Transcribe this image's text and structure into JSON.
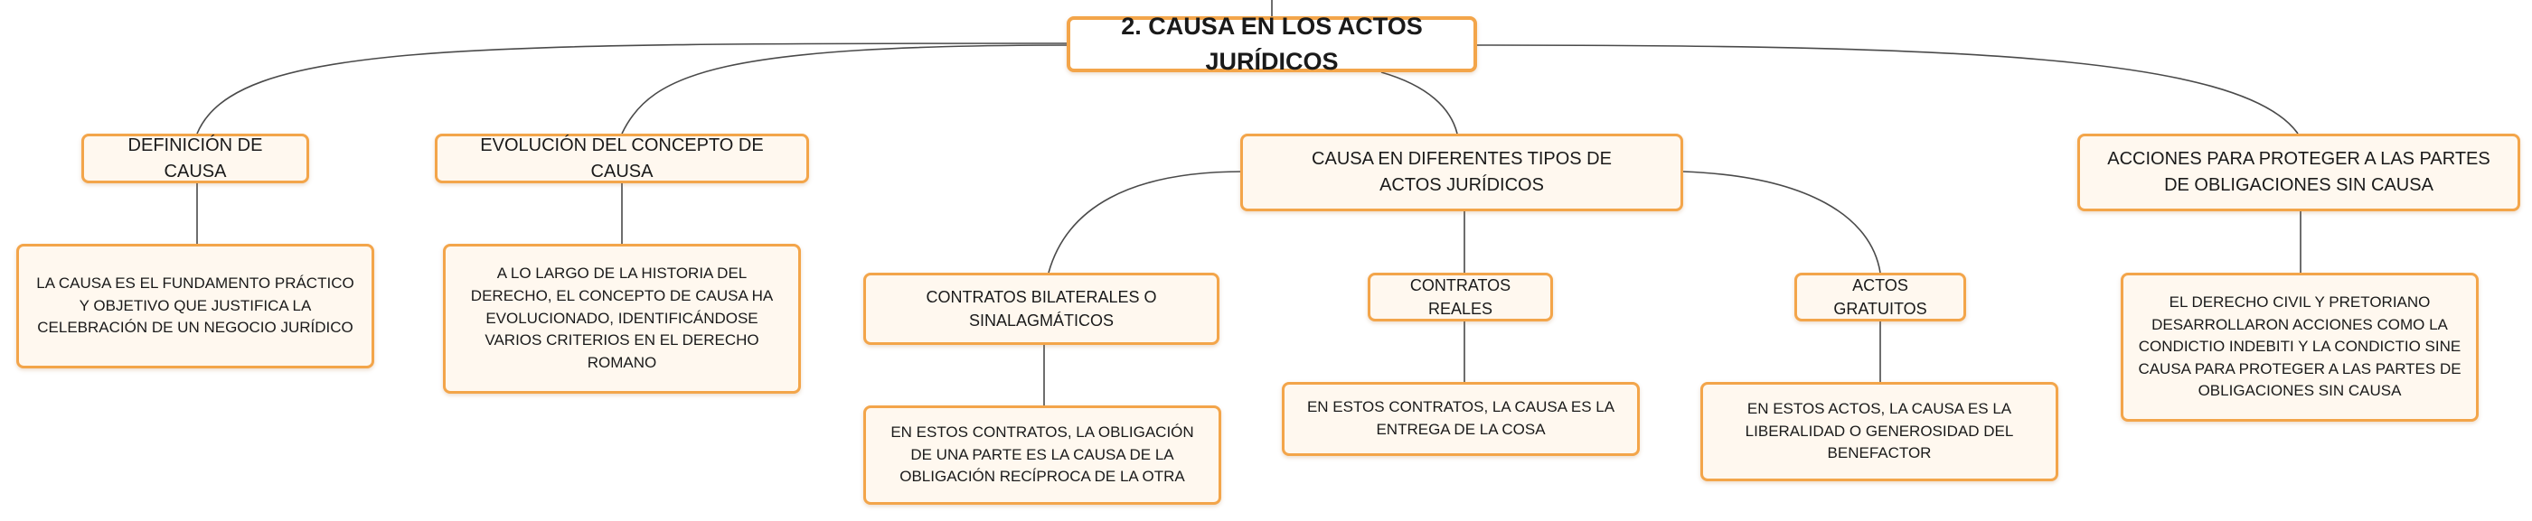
{
  "diagram": {
    "root": {
      "label": "2. Causa en los actos jurídicos"
    },
    "branches": [
      {
        "label": "Definición de causa",
        "details": [
          "La causa es el fundamento práctico y objetivo que justifica la celebración de un negocio jurídico"
        ]
      },
      {
        "label": "Evolución del concepto de causa",
        "details": [
          "A lo largo de la historia del derecho, el concepto de causa ha evolucionado, identificándose varios criterios en el derecho romano"
        ]
      },
      {
        "label": "Causa en diferentes tipos de actos jurídicos",
        "children": [
          {
            "label": "Contratos bilaterales o sinalagmáticos",
            "details": [
              "En estos contratos, la obligación de una parte es la causa de la obligación recíproca de la otra"
            ]
          },
          {
            "label": "Contratos reales",
            "details": [
              "En estos contratos, la causa es la entrega de la cosa"
            ]
          },
          {
            "label": "Actos gratuitos",
            "details": [
              "En estos actos, la causa es la liberalidad o generosidad del benefactor"
            ]
          }
        ]
      },
      {
        "label": "Acciones para proteger a las partes de obligaciones sin causa",
        "details": [
          "El derecho civil y pretoriano desarrollaron acciones como la condictio indebiti y la condictio sine causa para proteger a las partes de obligaciones sin causa"
        ]
      }
    ]
  }
}
